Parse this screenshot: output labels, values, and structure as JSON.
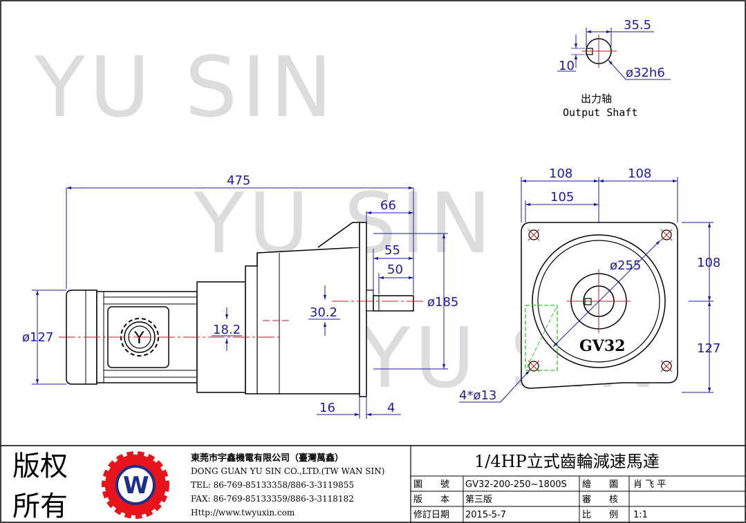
{
  "watermark": "YU SIN",
  "shaft_detail": {
    "dim_width": "35.5",
    "dim_key": "10",
    "dim_diameter": "ø32h6",
    "label_cn": "出力轴",
    "label_en": "Output Shaft"
  },
  "side_view": {
    "dim_total_length": "475",
    "dim_66": "66",
    "dim_55": "55",
    "dim_50": "50",
    "dim_flange_dia": "ø185",
    "dim_offset": "30.2",
    "dim_182": "18.2",
    "dim_motor_dia": "ø127",
    "dim_16": "16",
    "dim_4": "4"
  },
  "front_view": {
    "dim_108_left": "108",
    "dim_108_right": "108",
    "dim_105": "105",
    "dim_pcd": "ø255",
    "dim_108_vert": "108",
    "dim_127_vert": "127",
    "dim_holes": "4*ø13",
    "model_label": "GV32"
  },
  "title_block": {
    "rights_line1": "版权",
    "rights_line2": "所有",
    "company_cn": "東莞市宇鑫機電有限公司（臺灣萬鑫）",
    "company_en": "DONG GUAN YU SIN CO.,LTD.(TW WAN SIN)",
    "tel": "TEL: 86-769-85133358/886-3-3119855",
    "fax": "FAX: 86-769-85133359/886-3-3118182",
    "web": "Http://www.twyuxin.com",
    "product_title": "1/4HP立式齒輪減速馬達",
    "drawing_no_label": "圖　　號",
    "drawing_no": "GV32-200-250~1800S",
    "drawn_label": "繪　　圖",
    "drawn_by": "肖 飞 平",
    "version_label": "版　　本",
    "version": "第三版",
    "review_label": "審　　核",
    "review_by": "",
    "revised_label": "修訂日期",
    "revised_date": "2015-5-7",
    "scale_label": "比　　例",
    "scale": "1:1"
  },
  "colors": {
    "dimension": "#1a1aa8",
    "centerline": "#d01010",
    "outline": "#000000",
    "hidden": "#22cc22",
    "watermark": "#dcdcdc",
    "logo_red": "#e8141c",
    "logo_blue": "#1c2f8c"
  }
}
